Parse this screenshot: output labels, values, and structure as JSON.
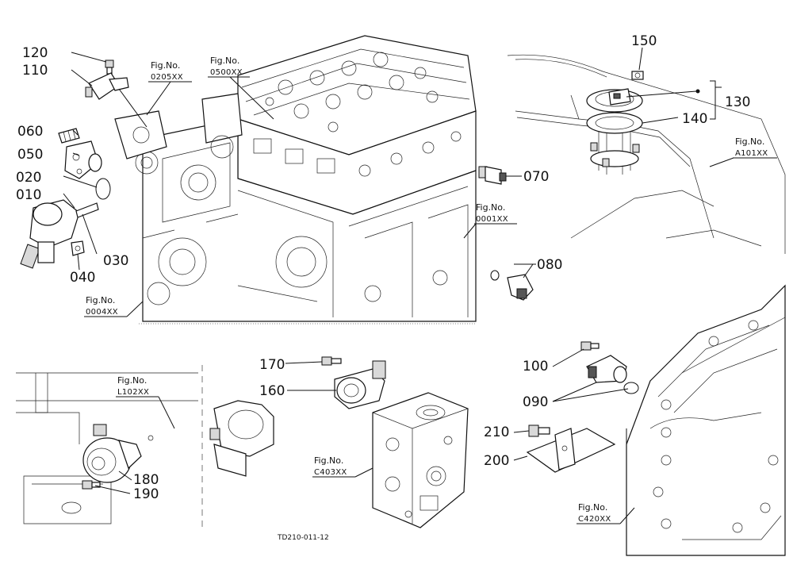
{
  "parts": [
    {
      "id": "p120",
      "label": "120"
    },
    {
      "id": "p110",
      "label": "110"
    },
    {
      "id": "p060",
      "label": "060"
    },
    {
      "id": "p050",
      "label": "050"
    },
    {
      "id": "p020",
      "label": "020"
    },
    {
      "id": "p010",
      "label": "010"
    },
    {
      "id": "p030",
      "label": "030"
    },
    {
      "id": "p040",
      "label": "040"
    },
    {
      "id": "p070",
      "label": "070"
    },
    {
      "id": "p080",
      "label": "080"
    },
    {
      "id": "p150",
      "label": "150"
    },
    {
      "id": "p130",
      "label": "130"
    },
    {
      "id": "p140",
      "label": "140"
    },
    {
      "id": "p170",
      "label": "170"
    },
    {
      "id": "p160",
      "label": "160"
    },
    {
      "id": "p180",
      "label": "180"
    },
    {
      "id": "p190",
      "label": "190"
    },
    {
      "id": "p100",
      "label": "100"
    },
    {
      "id": "p090",
      "label": "090"
    },
    {
      "id": "p210",
      "label": "210"
    },
    {
      "id": "p200",
      "label": "200"
    }
  ],
  "figure_refs": [
    {
      "id": "f0205",
      "prefix": "Fig.No.",
      "code": "0205XX"
    },
    {
      "id": "f0500",
      "prefix": "Fig.No.",
      "code": "0500XX"
    },
    {
      "id": "fA101",
      "prefix": "Fig.No.",
      "code": "A101XX"
    },
    {
      "id": "f0001",
      "prefix": "Fig.No.",
      "code": "0001XX"
    },
    {
      "id": "f0004",
      "prefix": "Fig.No.",
      "code": "0004XX"
    },
    {
      "id": "fL102",
      "prefix": "Fig.No.",
      "code": "L102XX"
    },
    {
      "id": "fC403",
      "prefix": "Fig.No.",
      "code": "C403XX"
    },
    {
      "id": "fC420",
      "prefix": "Fig.No.",
      "code": "C420XX"
    }
  ],
  "drawing_code": "TD210-011-12"
}
